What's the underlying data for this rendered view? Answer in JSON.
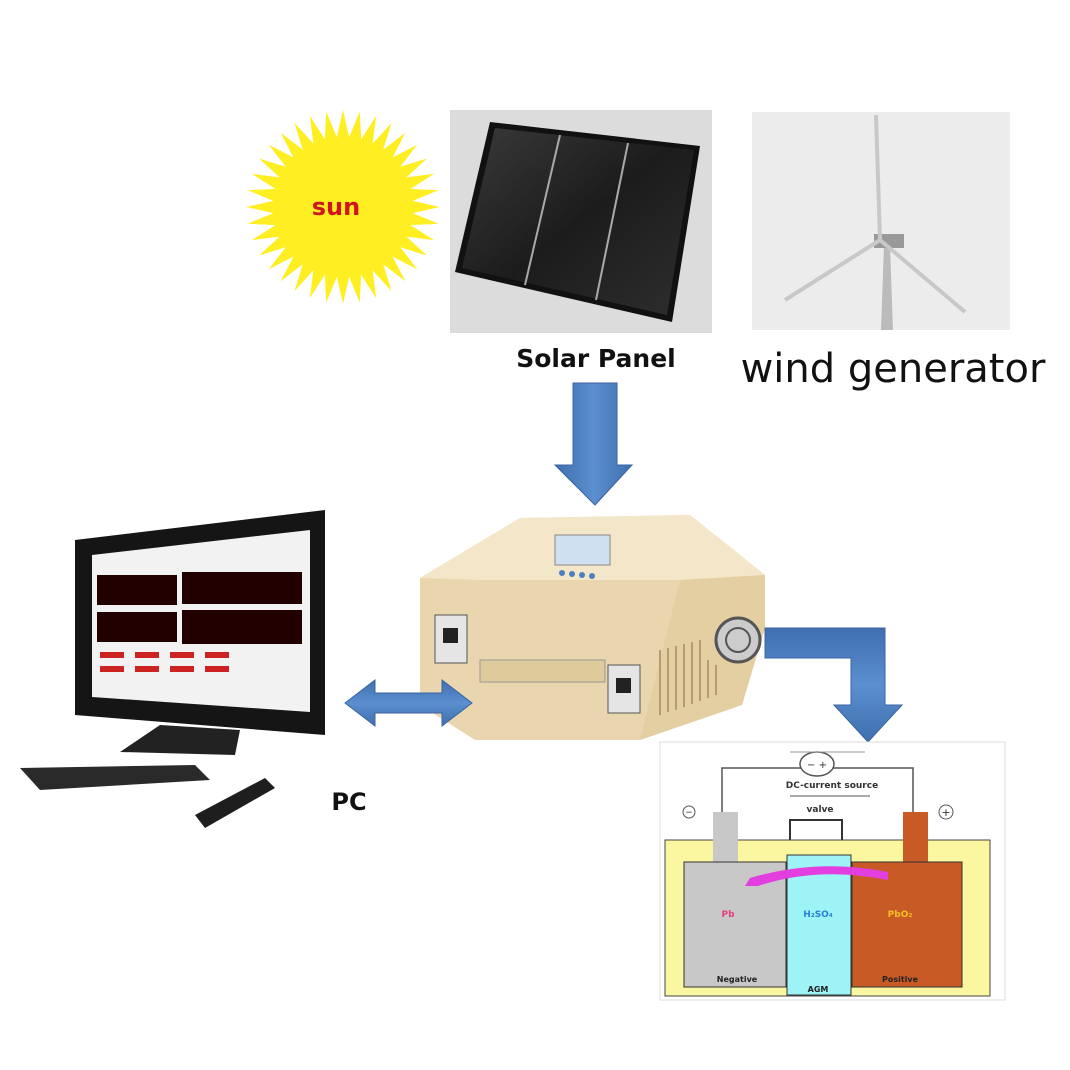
{
  "labels": {
    "sun": "sun",
    "solar_panel": "Solar Panel",
    "wind_generator": "wind generator",
    "pc": "PC"
  },
  "battery": {
    "source": "DC-current source",
    "valve": "valve",
    "negative_material": "Pb",
    "electrolyte": "H₂SO₄",
    "positive_material": "PbO₂",
    "negative": "Negative",
    "separator": "AGM",
    "positive": "Positive",
    "minus_terminal": "−",
    "plus_terminal": "+"
  },
  "colors": {
    "arrow": "#4a7fc0",
    "sun": "#ffee22",
    "sun_text": "#d2141e",
    "controller": "#f1e2c0"
  }
}
